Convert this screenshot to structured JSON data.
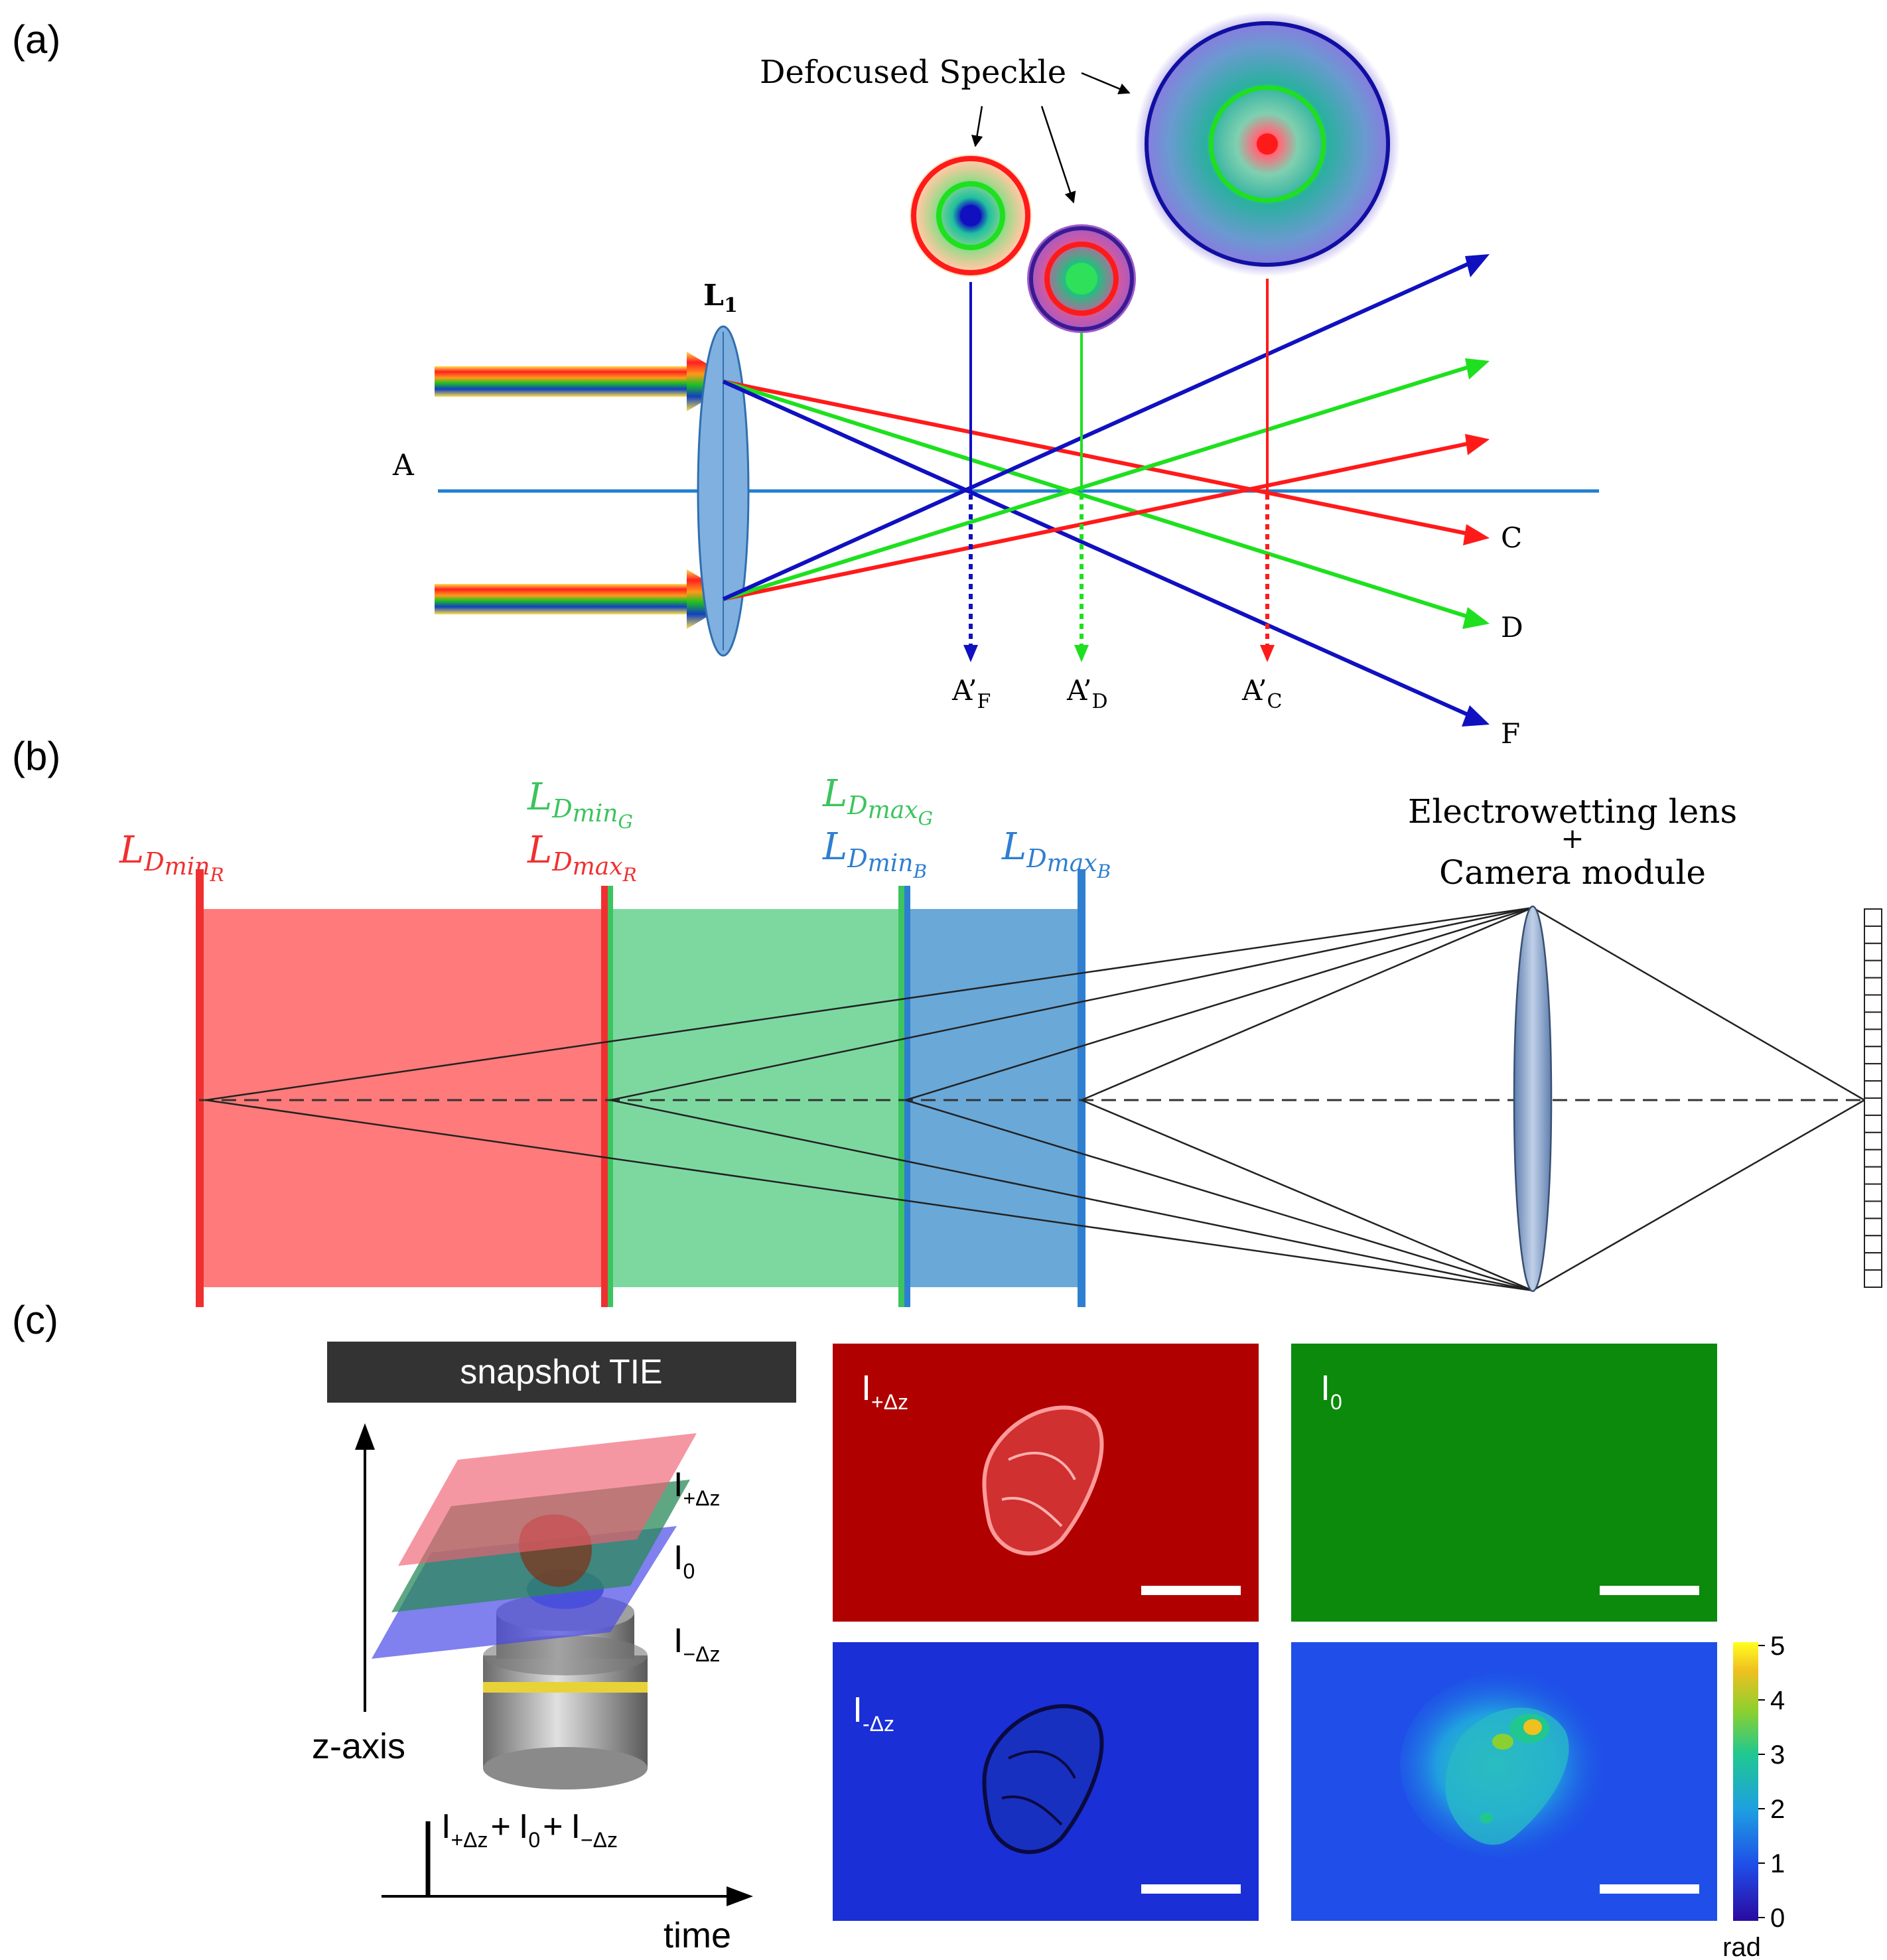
{
  "panel_a": {
    "label": "(a)",
    "speckle_label": "Defocused Speckle",
    "lens_label": "L",
    "lens_sub": "1",
    "axis_label": "A",
    "ray_labels": [
      "C",
      "D",
      "F"
    ],
    "focus_labels": [
      {
        "main": "A’",
        "sub": "F"
      },
      {
        "main": "A’",
        "sub": "D"
      },
      {
        "main": "A’",
        "sub": "C"
      }
    ]
  },
  "panel_b": {
    "label": "(b)",
    "planes": [
      {
        "main": "L",
        "sub": "D",
        "subsub": "min",
        "subsubsub": "R",
        "color": "#f03030"
      },
      {
        "main": "L",
        "sub": "D",
        "subsub": "min",
        "subsubsub": "G",
        "color": "#3cc45e"
      },
      {
        "main": "L",
        "sub": "D",
        "subsub": "max",
        "subsubsub": "R",
        "color": "#f03030"
      },
      {
        "main": "L",
        "sub": "D",
        "subsub": "max",
        "subsubsub": "G",
        "color": "#3cc45e"
      },
      {
        "main": "L",
        "sub": "D",
        "subsub": "min",
        "subsubsub": "B",
        "color": "#2f7fd0"
      },
      {
        "main": "L",
        "sub": "D",
        "subsub": "max",
        "subsubsub": "B",
        "color": "#2f7fd0"
      }
    ],
    "lens_caption_1": "Electrowetting lens",
    "lens_caption_2": "+",
    "lens_caption_3": "Camera module"
  },
  "panel_c": {
    "label": "(c)",
    "banner": "snapshot TIE",
    "z_axis": "z-axis",
    "time_axis": "time",
    "stack_labels": [
      {
        "main": "I",
        "sub": "+Δz"
      },
      {
        "main": "I",
        "sub": "0"
      },
      {
        "main": "I",
        "sub": "−Δz"
      }
    ],
    "sum_formula": {
      "t1": "I",
      "s1": "+Δz",
      "plus": "+",
      "t2": "I",
      "s2": "0",
      "t3": "I",
      "s3": "−Δz"
    },
    "tiles": [
      {
        "main": "I",
        "sub": "+Δz",
        "color": "#b00000"
      },
      {
        "main": "I",
        "sub": "0",
        "color": "#0b8a0b"
      },
      {
        "main": "I",
        "sub": "-Δz",
        "color": "#1a2fd6"
      }
    ],
    "colorbar_ticks": [
      "5",
      "4",
      "3",
      "2",
      "1",
      "0"
    ],
    "colorbar_unit": "rad"
  },
  "colors": {
    "red": "#ff1a1a",
    "green": "#1ee01e",
    "blue": "#1010c0",
    "axis_blue": "#1e7fd0"
  }
}
